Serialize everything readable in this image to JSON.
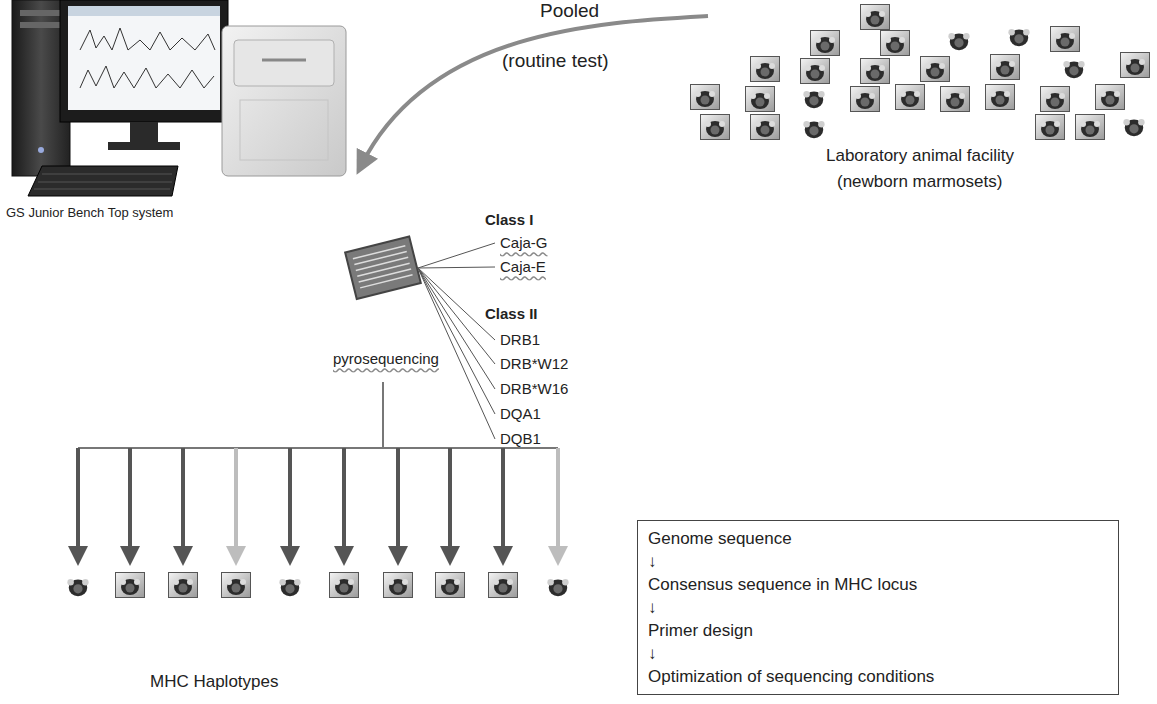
{
  "diagram": {
    "nodes": [
      {
        "text": [
          "Genome sequence",
          "↓",
          "Consensus sequence in MHC locus",
          "↓",
          "Primer design",
          "↓",
          "Optimization of sequencing conditions"
        ]
      }
    ],
    "labels": [
      "Pooled",
      "(routine test)",
      "GS Junior Bench Top system",
      "Class I",
      "Caja-G",
      "Caja-E",
      "Class II",
      "DRB1",
      "DRB*W12",
      "DRB*W16",
      "DQA1",
      "DQB1",
      "pyrosequencing",
      "Laboratory animal facility",
      "(newborn marmosets)",
      "MHC Haplotypes"
    ]
  }
}
